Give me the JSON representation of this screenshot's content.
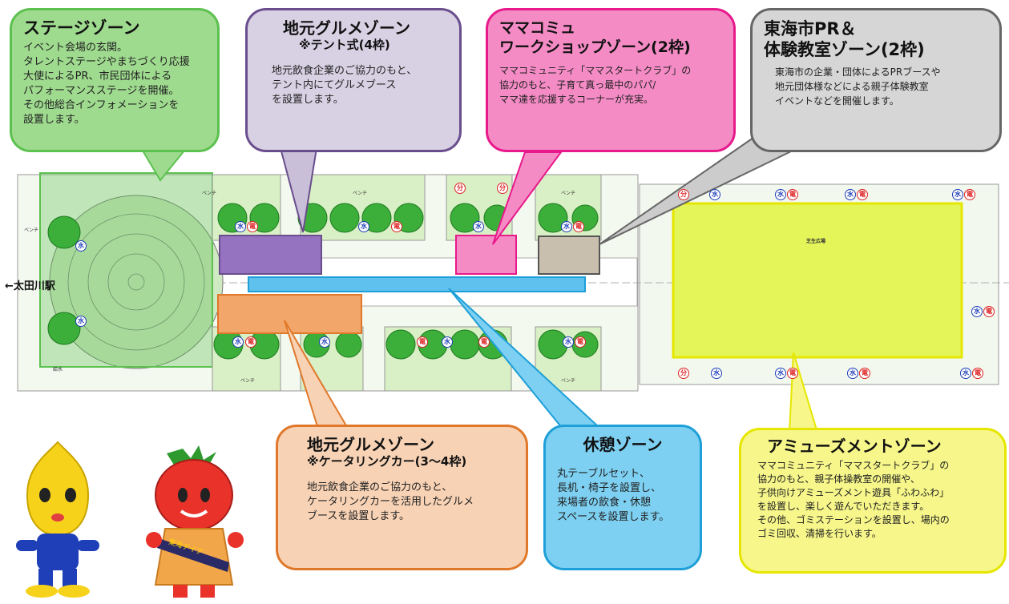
{
  "station_label": "←太田川駅",
  "map_labels": {
    "bench": "ベンチ",
    "lawn": "芝生広場",
    "water_station": "給水"
  },
  "badge_labels": {
    "water": "水",
    "electric": "電",
    "separate": "分"
  },
  "zones": {
    "stage": {
      "title": "ステージゾーン",
      "body": "イベント会場の玄関。\nタレントステージやまちづくり応援\n大使によるPR、市民団体による\nパフォーマンスステージを開催。\nその他総合インフォメーションを\n設置します。",
      "color": "#5cc14f"
    },
    "gourmet_tent": {
      "title": "地元グルメゾーン",
      "subtitle": "※テント式(4枠)",
      "body": "地元飲食企業のご協力のもと、\nテント内にてグルメブース\nを設置します。",
      "color": "#6a4d8c"
    },
    "mama": {
      "title": "ママコミュ\n ワークショップゾーン(2枠)",
      "body": "ママコミュニティ「ママスタートクラブ」の\n協力のもと、子育て真っ最中のパパ/\nママ達を応援するコーナーが充実。",
      "color": "#e8198b"
    },
    "tokai_pr": {
      "title": "東海市PR＆\n体験教室ゾーン(2枠)",
      "body": "東海市の企業・団体によるPRブースや\n地元団体様などによる親子体験教室\nイベントなどを開催します。",
      "color": "#666666"
    },
    "gourmet_car": {
      "title": "地元グルメゾーン",
      "subtitle": "※ケータリングカー(3～4枠)",
      "body": "地元飲食企業のご協力のもと、\nケータリングカーを活用したグルメ\nブースを設置します。",
      "color": "#e0782a"
    },
    "rest": {
      "title": "休憩ゾーン",
      "body": "丸テーブルセット、\n長机・椅子を設置し、\n来場者の飲食・休憩\nスペースを設置します。",
      "color": "#1e9fd8"
    },
    "amusement": {
      "title": "アミューズメントゾーン",
      "body": "ママコミュニティ「ママスタートクラブ」の\n協力のもと、親子体操教室の開催や、\n子供向けアミューズメント遊具「ふわふわ」\nを設置し、楽しく遊んでいただきます。\nその他、ゴミステーションを設置し、場内の\nゴミ回収、清掃を行います。",
      "color": "#e6e600"
    }
  },
  "mascots": {
    "tomato_sash": "東海デイア"
  }
}
